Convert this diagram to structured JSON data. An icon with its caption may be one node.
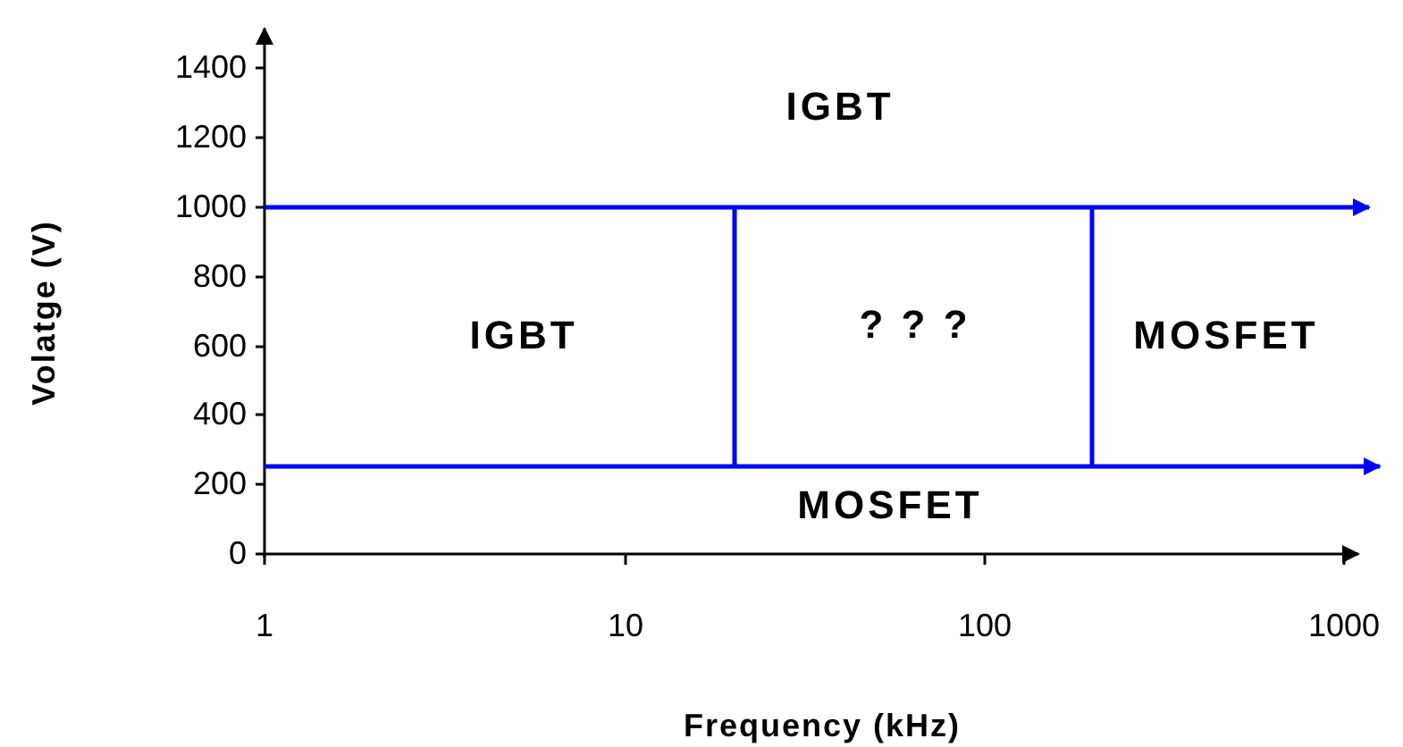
{
  "diagram": {
    "labels": [
      "1400",
      "1200",
      "1000",
      "800",
      "600",
      "400",
      "200",
      "0",
      "IGBT",
      "IGBT",
      "? ? ?",
      "MOSFET",
      "MOSFET",
      "1",
      "10",
      "100",
      "1000",
      "Volatge (V)",
      "Frequency (kHz)"
    ]
  }
}
